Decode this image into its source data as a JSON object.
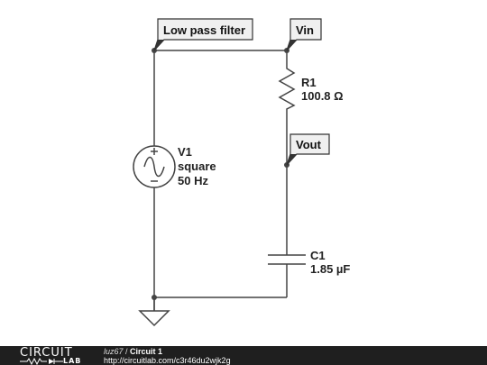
{
  "labels": {
    "filter_tag": "Low pass filter",
    "vin_tag": "Vin",
    "vout_tag": "Vout",
    "r1_name": "R1",
    "r1_value": "100.8 Ω",
    "v1_name": "V1",
    "v1_type": "square",
    "v1_freq": "50 Hz",
    "c1_name": "C1",
    "c1_value": "1.85 µF"
  },
  "footer": {
    "logo_word": "CIRCUIT",
    "logo_lab": "LAB",
    "user": "luz67",
    "separator": " / ",
    "title": "Circuit 1",
    "url": "http://circuitlab.com/c3r46du2wjk2g"
  }
}
